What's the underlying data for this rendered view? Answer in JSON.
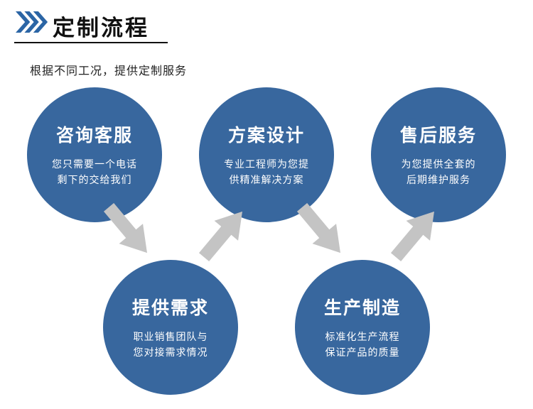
{
  "header": {
    "title": "定制流程",
    "icon": "triple-chevron-right-icon"
  },
  "subtitle": "根据不同工况，提供定制服务",
  "colors": {
    "circle_blue": "#38679e",
    "arrow_gray": "#c4c4c4",
    "chevron_blue": "#2b65a5",
    "title_black": "#111111"
  },
  "steps": [
    {
      "title": "咨询客服",
      "desc": "您只需要一个电话\n剩下的交给我们"
    },
    {
      "title": "提供需求",
      "desc": "职业销售团队与\n您对接需求情况"
    },
    {
      "title": "方案设计",
      "desc": "专业工程师为您提\n供精准解决方案"
    },
    {
      "title": "生产制造",
      "desc": "标准化生产流程\n保证产品的质量"
    },
    {
      "title": "售后服务",
      "desc": "为您提供全套的\n后期维护服务"
    }
  ],
  "flow": {
    "arrow_count": 4,
    "direction": "zigzag-left-to-right"
  }
}
